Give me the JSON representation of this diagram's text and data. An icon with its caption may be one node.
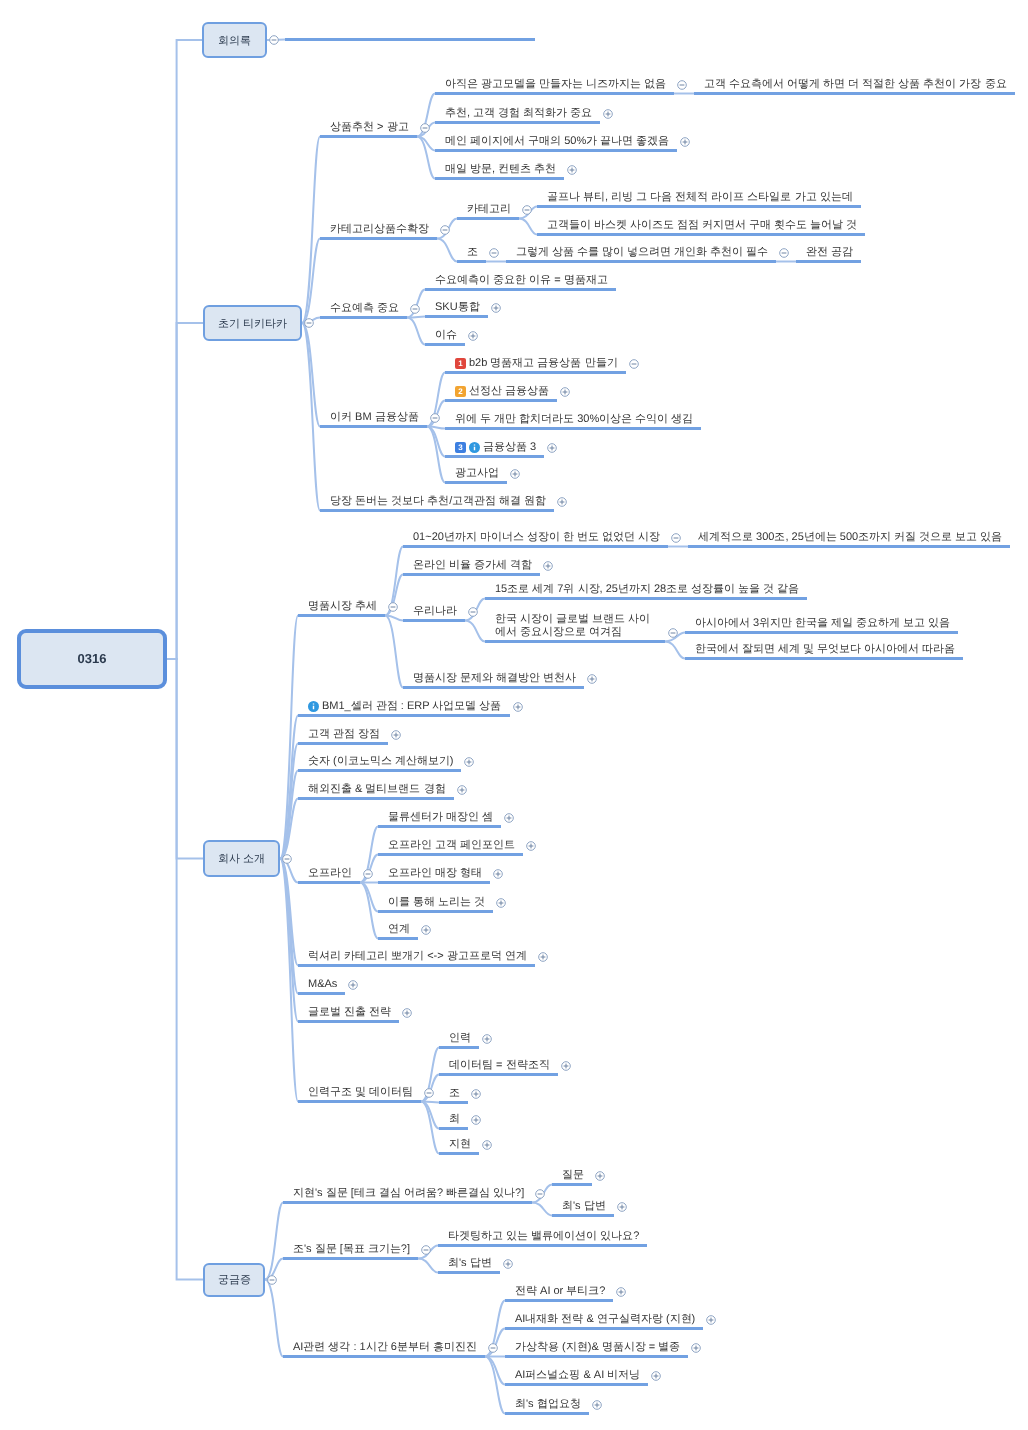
{
  "diagram": {
    "nodes": [
      {
        "text": [
          "0316"
        ]
      },
      {
        "text": [
          "회의록"
        ]
      },
      {
        "text": [],
        "shape": "line"
      },
      {
        "text": [
          "초기 티키타카"
        ]
      },
      {
        "text": [
          "상품추천 > 광고"
        ]
      },
      {
        "text": [
          "아직은 광고모델을 만들자는 니즈까지는 없음"
        ]
      },
      {
        "text": [
          "고객 수요측에서 어떻게 하면 더 적절한 상품 추천이 가장 중요"
        ]
      },
      {
        "text": [
          "추천, 고객 경험 최적화가 중요"
        ]
      },
      {
        "text": [
          "메인 페이지에서 구매의 50%가 끝나면 좋겠음"
        ]
      },
      {
        "text": [
          "매일 방문, 컨텐츠 추천"
        ]
      },
      {
        "text": [
          "카테고리상품수확장"
        ]
      },
      {
        "text": [
          "카테고리"
        ]
      },
      {
        "text": [
          "골프나 뷰티, 리빙 그 다음 전체적 라이프 스타일로 가고 있는데"
        ]
      },
      {
        "text": [
          "고객들이 바스켓 사이즈도 점점 커지면서 구매 횟수도 늘어날 것"
        ]
      },
      {
        "text": [
          "조"
        ]
      },
      {
        "text": [
          "그렇게 상품 수를 많이 넣으려면 개인화 추천이 필수"
        ]
      },
      {
        "text": [
          "완전 공감"
        ]
      },
      {
        "text": [
          "수요예측 중요"
        ]
      },
      {
        "text": [
          "수요예측이 중요한 이유 = 명품재고"
        ]
      },
      {
        "text": [
          "SKU통합"
        ]
      },
      {
        "text": [
          "이슈"
        ]
      },
      {
        "text": [
          "이커 BM 금융상품"
        ]
      },
      {
        "text": [
          "1",
          "b2b 명품재고 금융상품 만들기"
        ]
      },
      {
        "text": [
          "2",
          "선정산 금융상품"
        ]
      },
      {
        "text": [
          "위에 두 개만 합치더라도 30%이상은 수익이 생김"
        ]
      },
      {
        "text": [
          "3",
          "금융상품 3"
        ]
      },
      {
        "text": [
          "광고사업"
        ]
      },
      {
        "text": [
          "당장 돈버는 것보다 추천/고객관점 해결 원함"
        ]
      },
      {
        "text": [
          "회사 소개"
        ]
      },
      {
        "text": [
          "명품시장 추세"
        ]
      },
      {
        "text": [
          "01~20년까지 마이너스 성장이 한 번도 없었던 시장"
        ]
      },
      {
        "text": [
          "세계적으로 300조, 25년에는 500조까지 커질 것으로 보고 있음"
        ]
      },
      {
        "text": [
          "온라인 비율 증가세 격함"
        ]
      },
      {
        "text": [
          "우리나라"
        ]
      },
      {
        "text": [
          "15조로 세계 7위 시장, 25년까지 28조로 성장률이 높을 것 같음"
        ]
      },
      {
        "text": [
          "한국 시장이 글로벌 브랜드 사이에서 중요시장으로 여겨짐"
        ]
      },
      {
        "text": [
          "아시아에서 3위지만 한국을 제일 중요하게 보고 있음"
        ]
      },
      {
        "text": [
          "한국에서 잘되면 세계 및 무엇보다 아시아에서 따라옴"
        ]
      },
      {
        "text": [
          "명품시장 문제와 해결방안 변천사"
        ]
      },
      {
        "text": [
          "BM1_셀러 관점 : ERP 사업모델 상품"
        ]
      },
      {
        "text": [
          "고객 관점 장점"
        ]
      },
      {
        "text": [
          "숫자 (이코노믹스 계산해보기)"
        ]
      },
      {
        "text": [
          "해외진출 & 멀티브랜드 경험"
        ]
      },
      {
        "text": [
          "오프라인"
        ]
      },
      {
        "text": [
          "물류센터가 매장인 셈"
        ]
      },
      {
        "text": [
          "오프라인 고객 페인포인트"
        ]
      },
      {
        "text": [
          "오프라인 매장 형태"
        ]
      },
      {
        "text": [
          "이를 통해 노리는 것"
        ]
      },
      {
        "text": [
          "연계"
        ]
      },
      {
        "text": [
          "럭셔리 카테고리 뽀개기 <-> 광고프로덕 연계"
        ]
      },
      {
        "text": [
          "M&As"
        ]
      },
      {
        "text": [
          "글로벌 진출 전략"
        ]
      },
      {
        "text": [
          "인력구조 및 데이터팀"
        ]
      },
      {
        "text": [
          "인력"
        ]
      },
      {
        "text": [
          "데이터팀 = 전략조직"
        ]
      },
      {
        "text": [
          "조"
        ]
      },
      {
        "text": [
          "최"
        ]
      },
      {
        "text": [
          "지현"
        ]
      },
      {
        "text": [
          "궁금증"
        ]
      },
      {
        "text": [
          "지현's 질문 [테크 결심 어려움? 빠른결심 있나?]"
        ]
      },
      {
        "text": [
          "질문"
        ]
      },
      {
        "text": [
          "최's 답변"
        ]
      },
      {
        "text": [
          "조's 질문 [목표 크기는?]"
        ]
      },
      {
        "text": [
          "타겟팅하고 있는 밸류에이션이 있나요?"
        ]
      },
      {
        "text": [
          "최's 답변"
        ]
      },
      {
        "text": [
          "AI관련 생각 : 1시간 6분부터 흥미진진"
        ]
      },
      {
        "text": [
          "전략 AI or 부티크?"
        ]
      },
      {
        "text": [
          "AI내재화 전략 & 연구실력자랑 (지현)"
        ]
      },
      {
        "text": [
          "가상착용 (지현)& 명품시장 = 별종"
        ]
      },
      {
        "text": [
          "AI퍼스널쇼핑 & AI 비저닝"
        ]
      },
      {
        "text": [
          "최's 협업요청"
        ]
      }
    ],
    "edges": [
      {
        "from": 0,
        "to": 1,
        "arrow": "none"
      },
      {
        "from": 1,
        "to": 2,
        "arrow": "none"
      },
      {
        "from": 0,
        "to": 3,
        "arrow": "none"
      },
      {
        "from": 3,
        "to": 4,
        "arrow": "none"
      },
      {
        "from": 4,
        "to": 5,
        "arrow": "none"
      },
      {
        "from": 5,
        "to": 6,
        "arrow": "none"
      },
      {
        "from": 4,
        "to": 7,
        "arrow": "none"
      },
      {
        "from": 4,
        "to": 8,
        "arrow": "none"
      },
      {
        "from": 4,
        "to": 9,
        "arrow": "none"
      },
      {
        "from": 3,
        "to": 10,
        "arrow": "none"
      },
      {
        "from": 10,
        "to": 11,
        "arrow": "none"
      },
      {
        "from": 11,
        "to": 12,
        "arrow": "none"
      },
      {
        "from": 11,
        "to": 13,
        "arrow": "none"
      },
      {
        "from": 10,
        "to": 14,
        "arrow": "none"
      },
      {
        "from": 14,
        "to": 15,
        "arrow": "none"
      },
      {
        "from": 15,
        "to": 16,
        "arrow": "none"
      },
      {
        "from": 3,
        "to": 17,
        "arrow": "none"
      },
      {
        "from": 17,
        "to": 18,
        "arrow": "none"
      },
      {
        "from": 17,
        "to": 19,
        "arrow": "none"
      },
      {
        "from": 17,
        "to": 20,
        "arrow": "none"
      },
      {
        "from": 3,
        "to": 21,
        "arrow": "none"
      },
      {
        "from": 21,
        "to": 22,
        "arrow": "none"
      },
      {
        "from": 21,
        "to": 23,
        "arrow": "none"
      },
      {
        "from": 21,
        "to": 24,
        "arrow": "none"
      },
      {
        "from": 21,
        "to": 25,
        "arrow": "none"
      },
      {
        "from": 21,
        "to": 26,
        "arrow": "none"
      },
      {
        "from": 3,
        "to": 27,
        "arrow": "none"
      },
      {
        "from": 0,
        "to": 28,
        "arrow": "none"
      },
      {
        "from": 28,
        "to": 29,
        "arrow": "none"
      },
      {
        "from": 29,
        "to": 30,
        "arrow": "none"
      },
      {
        "from": 30,
        "to": 31,
        "arrow": "none"
      },
      {
        "from": 29,
        "to": 32,
        "arrow": "none"
      },
      {
        "from": 29,
        "to": 33,
        "arrow": "none"
      },
      {
        "from": 33,
        "to": 34,
        "arrow": "none"
      },
      {
        "from": 33,
        "to": 35,
        "arrow": "none"
      },
      {
        "from": 35,
        "to": 36,
        "arrow": "none"
      },
      {
        "from": 35,
        "to": 37,
        "arrow": "none"
      },
      {
        "from": 29,
        "to": 38,
        "arrow": "none"
      },
      {
        "from": 28,
        "to": 39,
        "arrow": "none"
      },
      {
        "from": 28,
        "to": 40,
        "arrow": "none"
      },
      {
        "from": 28,
        "to": 41,
        "arrow": "none"
      },
      {
        "from": 28,
        "to": 42,
        "arrow": "none"
      },
      {
        "from": 28,
        "to": 43,
        "arrow": "none"
      },
      {
        "from": 43,
        "to": 44,
        "arrow": "none"
      },
      {
        "from": 43,
        "to": 45,
        "arrow": "none"
      },
      {
        "from": 43,
        "to": 46,
        "arrow": "none"
      },
      {
        "from": 43,
        "to": 47,
        "arrow": "none"
      },
      {
        "from": 43,
        "to": 48,
        "arrow": "none"
      },
      {
        "from": 28,
        "to": 49,
        "arrow": "none"
      },
      {
        "from": 28,
        "to": 50,
        "arrow": "none"
      },
      {
        "from": 28,
        "to": 51,
        "arrow": "none"
      },
      {
        "from": 28,
        "to": 52,
        "arrow": "none"
      },
      {
        "from": 52,
        "to": 53,
        "arrow": "none"
      },
      {
        "from": 52,
        "to": 54,
        "arrow": "none"
      },
      {
        "from": 52,
        "to": 55,
        "arrow": "none"
      },
      {
        "from": 52,
        "to": 56,
        "arrow": "none"
      },
      {
        "from": 52,
        "to": 57,
        "arrow": "none"
      },
      {
        "from": 0,
        "to": 58,
        "arrow": "none"
      },
      {
        "from": 58,
        "to": 59,
        "arrow": "none"
      },
      {
        "from": 59,
        "to": 60,
        "arrow": "none"
      },
      {
        "from": 59,
        "to": 61,
        "arrow": "none"
      },
      {
        "from": 58,
        "to": 62,
        "arrow": "none"
      },
      {
        "from": 62,
        "to": 63,
        "arrow": "none"
      },
      {
        "from": 62,
        "to": 64,
        "arrow": "none"
      },
      {
        "from": 58,
        "to": 65,
        "arrow": "none"
      },
      {
        "from": 65,
        "to": 66,
        "arrow": "none"
      },
      {
        "from": 65,
        "to": 67,
        "arrow": "none"
      },
      {
        "from": 65,
        "to": 68,
        "arrow": "none"
      },
      {
        "from": 65,
        "to": 69,
        "arrow": "none"
      },
      {
        "from": 65,
        "to": 70,
        "arrow": "none"
      }
    ]
  }
}
